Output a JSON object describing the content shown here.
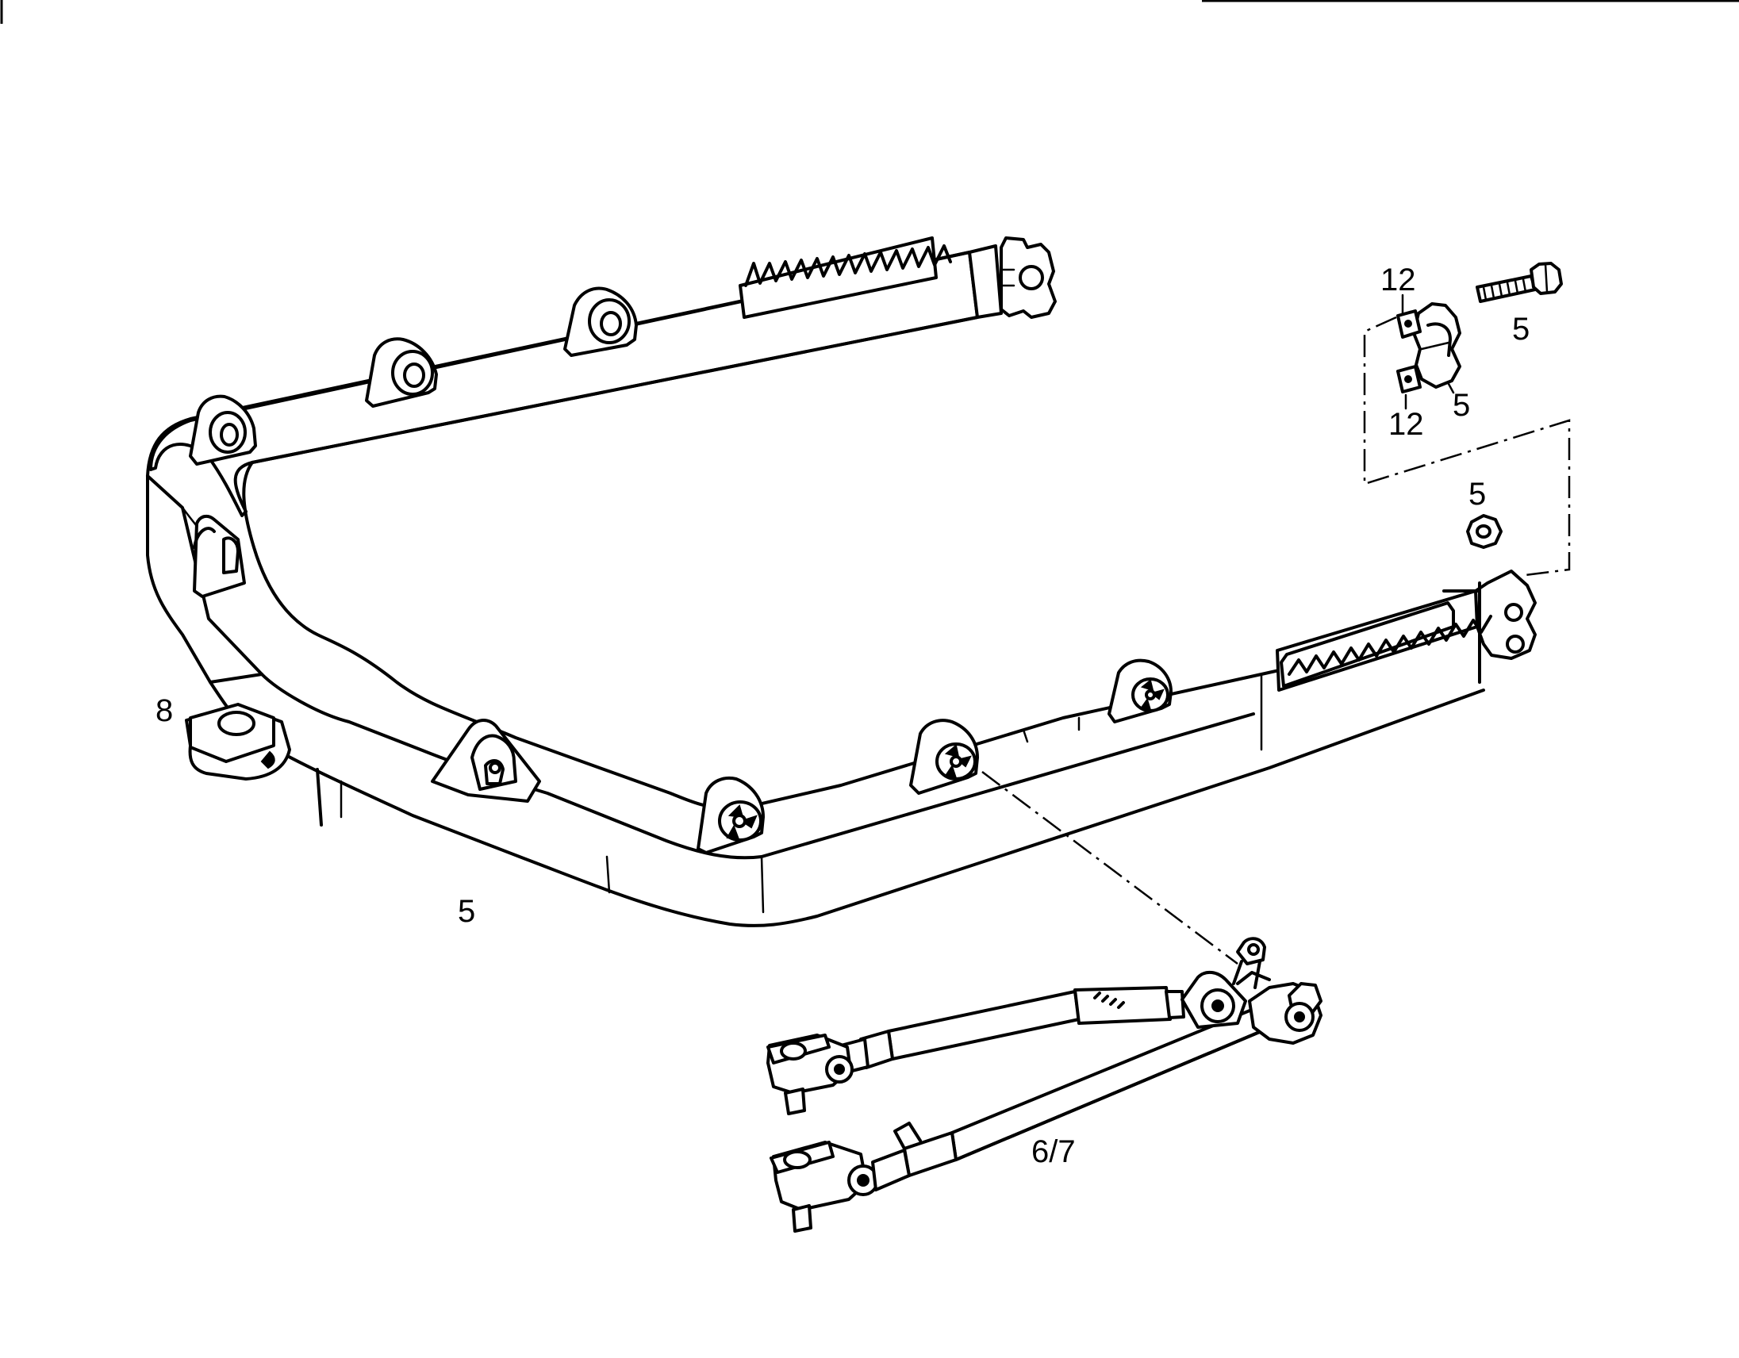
{
  "labels": {
    "frame": "5",
    "bushing": "8",
    "bolt": "5",
    "clamp": "5",
    "clip_top": "12",
    "clip_bottom": "12",
    "nut": "5",
    "strut": "6/7"
  }
}
